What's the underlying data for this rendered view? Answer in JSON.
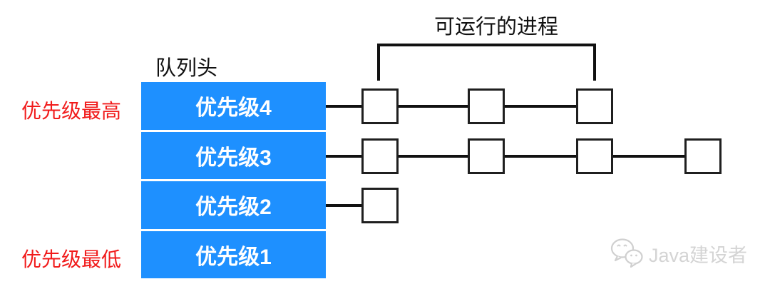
{
  "title": "可运行的进程",
  "queue_head_label": "队列头",
  "side_labels": {
    "highest": "优先级最高",
    "lowest": "优先级最低"
  },
  "queue": {
    "rows": [
      {
        "label": "优先级4",
        "process_count": 3
      },
      {
        "label": "优先级3",
        "process_count": 4
      },
      {
        "label": "优先级2",
        "process_count": 1
      },
      {
        "label": "优先级1",
        "process_count": 0
      }
    ]
  },
  "watermark": {
    "icon": "wechat-icon",
    "text": "Java建设者"
  },
  "colors": {
    "queue_blue": "#1E90FF",
    "label_red": "#F11B1B",
    "line_black": "#111111",
    "watermark_gray": "#D4D4D4"
  }
}
